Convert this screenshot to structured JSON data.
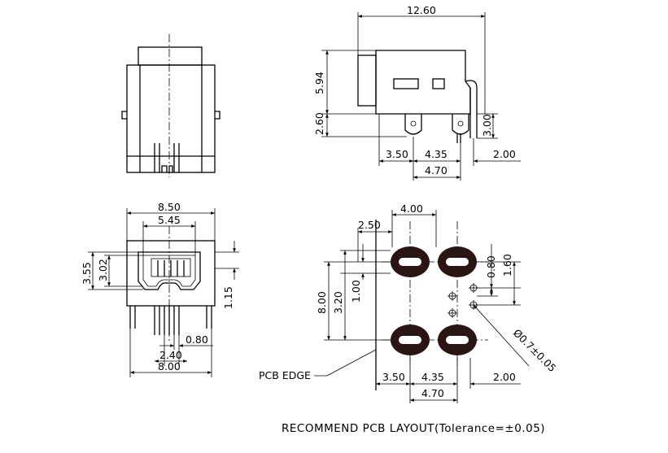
{
  "dims": {
    "top_width": "12.60",
    "top_height": "5.94",
    "top_lead": "2.60",
    "top_pin": "3.00",
    "top_b1": "3.50",
    "top_b2": "4.35",
    "top_b3": "2.00",
    "top_b4": "4.70",
    "front_w1": "8.50",
    "front_w2": "5.45",
    "front_h1": "3.55",
    "front_h2": "3.02",
    "front_h3": "1.15",
    "front_p1": "0.80",
    "front_p2": "2.40",
    "front_p3": "8.00",
    "pcb_t1": "4.00",
    "pcb_t2": "2.50",
    "pcb_r1": "0.80",
    "pcb_r2": "1.60",
    "pcb_l1": "8.00",
    "pcb_l2": "3.20",
    "pcb_l3": "1.00",
    "pcb_hole": "Ø0.7±0.05",
    "pcb_b1": "3.50",
    "pcb_b2": "4.35",
    "pcb_b3": "2.00",
    "pcb_b4": "4.70"
  },
  "labels": {
    "pcb_edge": "PCB EDGE",
    "caption": "RECOMMEND PCB LAYOUT(Tolerance=±0.05)"
  }
}
